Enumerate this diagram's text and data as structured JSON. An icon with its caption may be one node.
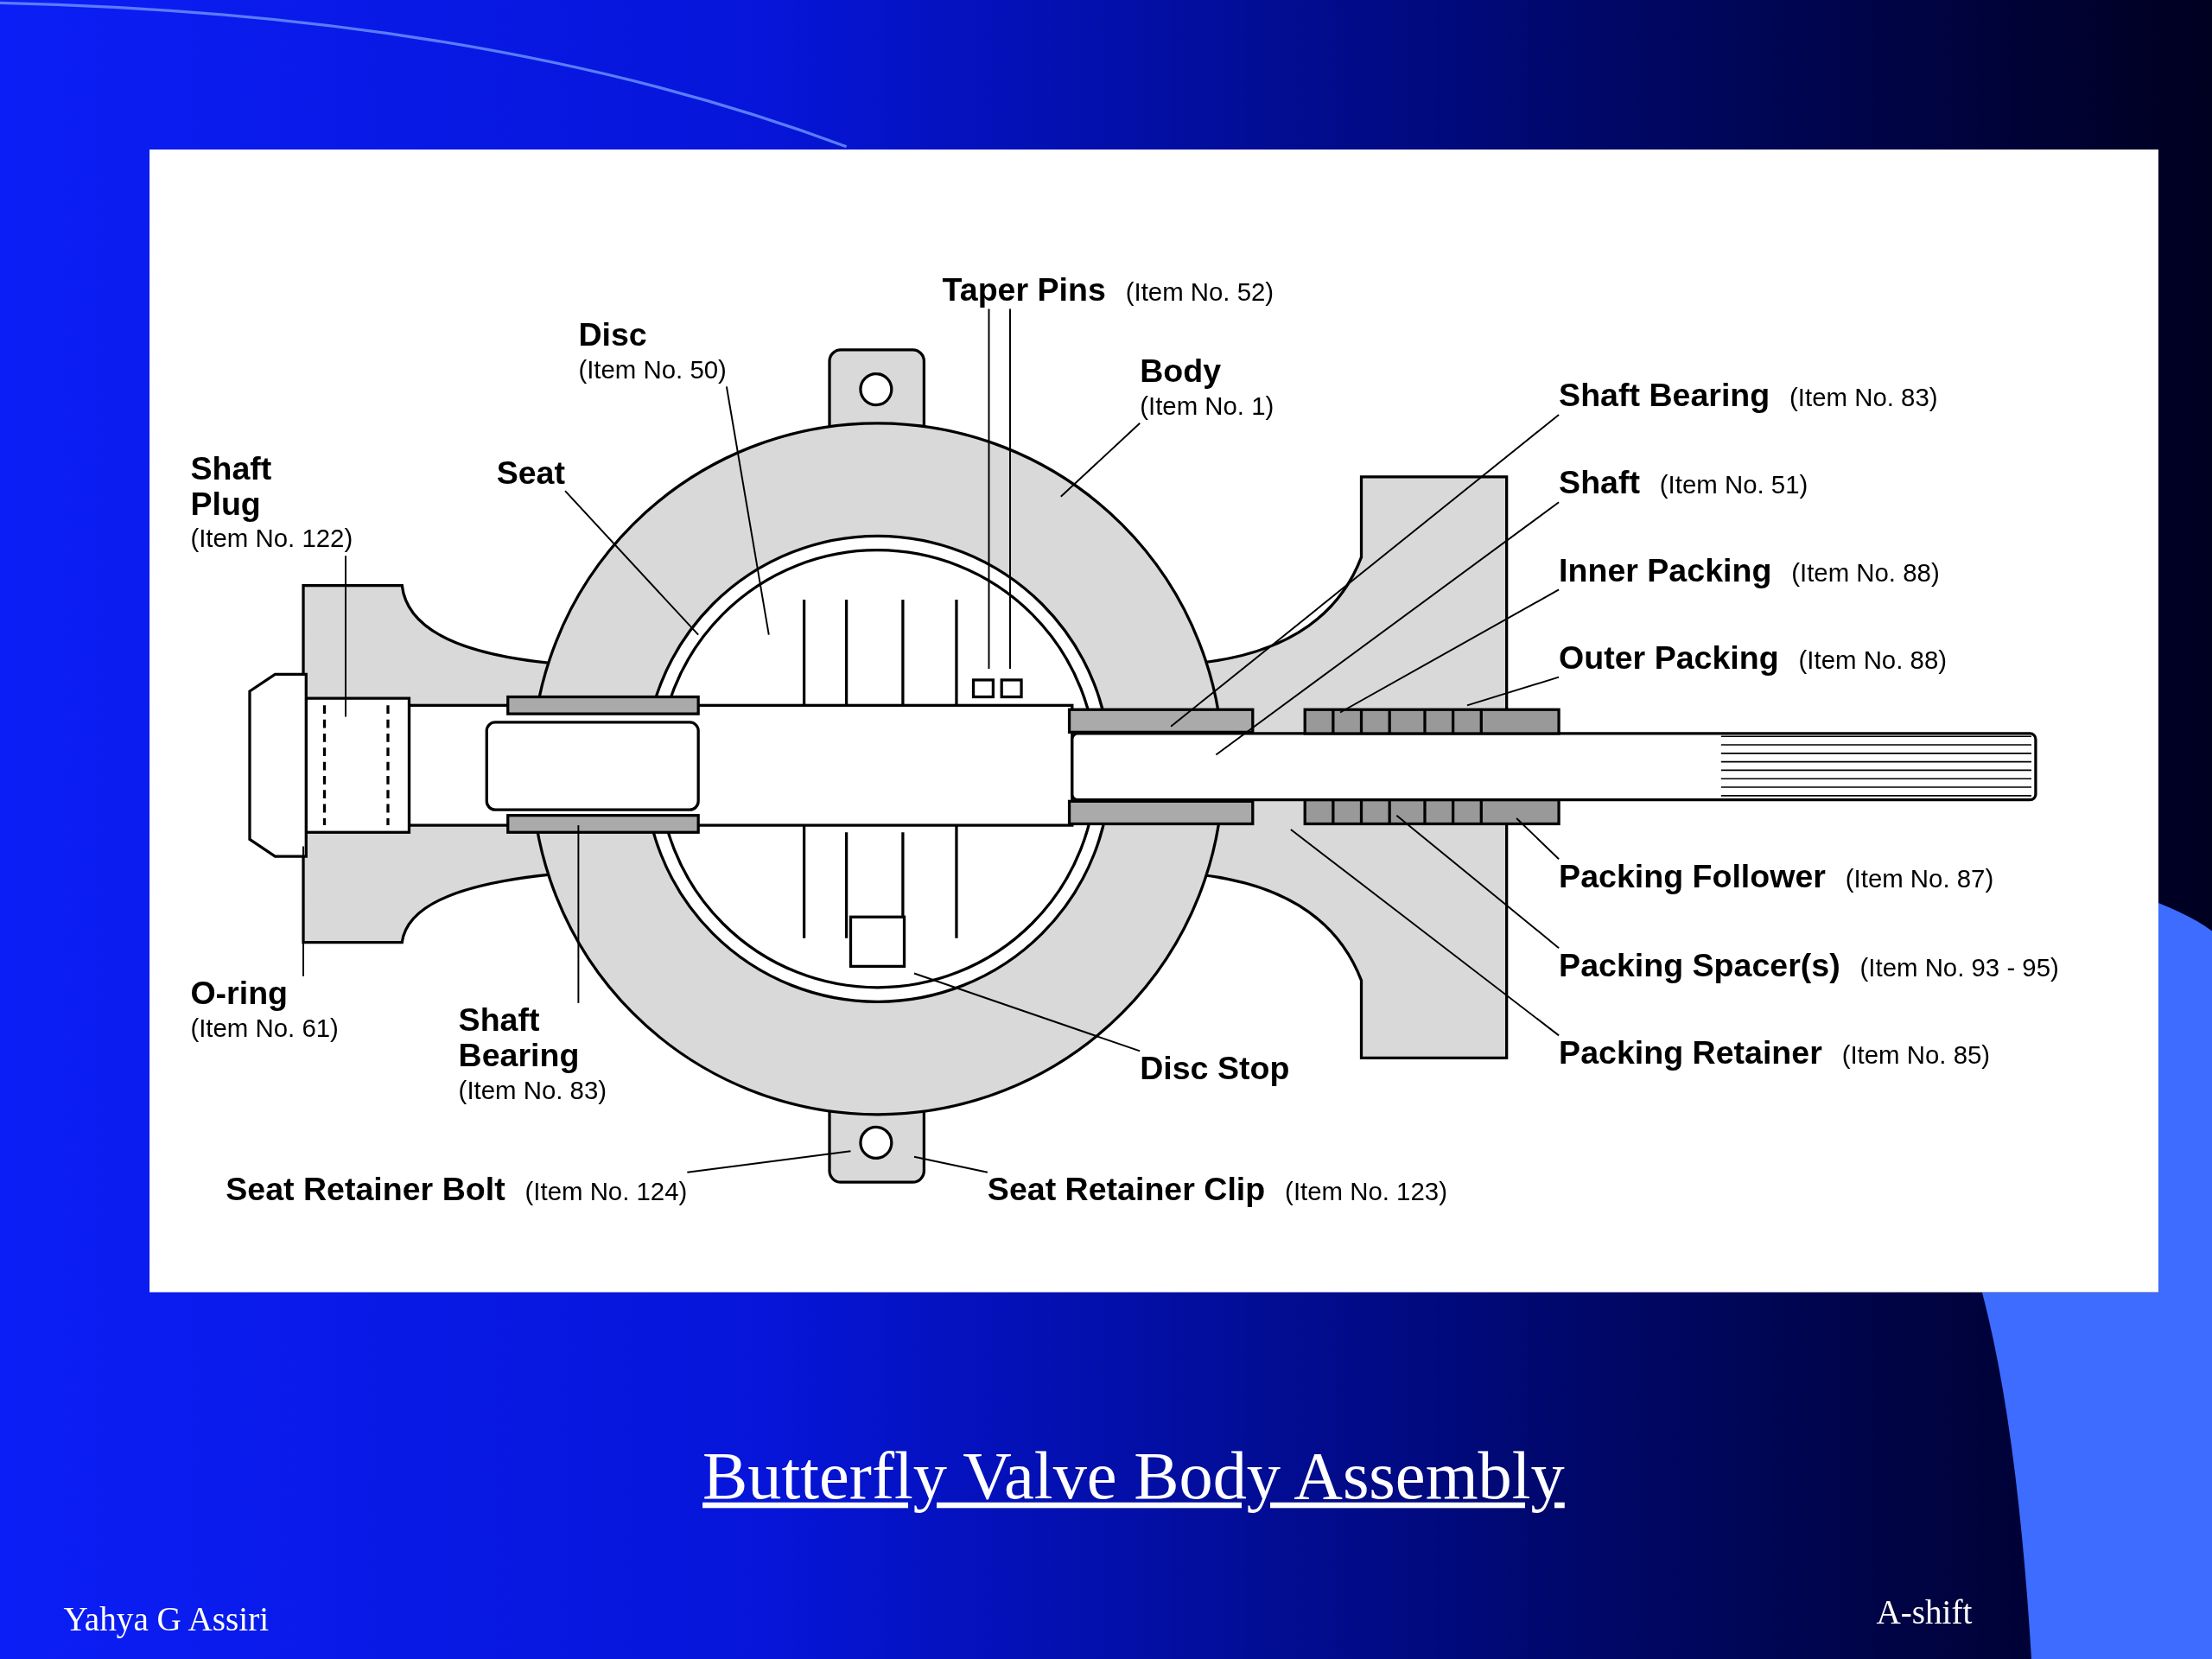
{
  "diagram": {
    "title": "Butterfly Valve Body Assembly",
    "nodes": [
      {
        "text": [
          "Taper Pins",
          "(Item No. 52)"
        ]
      },
      {
        "text": [
          "Disc",
          "(Item No. 50)"
        ]
      },
      {
        "text": [
          "Body",
          "(Item No. 1)"
        ]
      },
      {
        "text": [
          "Shaft Bearing",
          "(Item No. 83)"
        ]
      },
      {
        "text": [
          "Shaft Plug",
          "(Item No. 122)"
        ]
      },
      {
        "text": [
          "Seat"
        ]
      },
      {
        "text": [
          "Shaft",
          "(Item No. 51)"
        ]
      },
      {
        "text": [
          "Inner Packing",
          "(Item No. 88)"
        ]
      },
      {
        "text": [
          "Outer Packing",
          "(Item No. 88)"
        ]
      },
      {
        "text": [
          "Packing Follower",
          "(Item No. 87)"
        ]
      },
      {
        "text": [
          "Packing Spacer(s)",
          "(Item No. 93 - 95)"
        ]
      },
      {
        "text": [
          "O-ring",
          "(Item No. 61)"
        ]
      },
      {
        "text": [
          "Shaft Bearing",
          "(Item No. 83)"
        ]
      },
      {
        "text": [
          "Packing Retainer",
          "(Item No. 85)"
        ]
      },
      {
        "text": [
          "Disc Stop"
        ]
      },
      {
        "text": [
          "Seat Retainer Bolt",
          "(Item No. 124)"
        ]
      },
      {
        "text": [
          "Seat Retainer Clip",
          "(Item No. 123)"
        ]
      }
    ],
    "edges": [
      {
        "from": 0,
        "to": null,
        "arrow": "none"
      },
      {
        "from": 0,
        "to": null,
        "arrow": "none"
      },
      {
        "from": 1,
        "to": null,
        "arrow": "none"
      },
      {
        "from": 2,
        "to": null,
        "arrow": "none"
      },
      {
        "from": 3,
        "to": null,
        "arrow": "none"
      },
      {
        "from": 4,
        "to": null,
        "arrow": "none"
      },
      {
        "from": 5,
        "to": null,
        "arrow": "none"
      },
      {
        "from": 6,
        "to": null,
        "arrow": "none"
      },
      {
        "from": 7,
        "to": null,
        "arrow": "none"
      },
      {
        "from": 8,
        "to": null,
        "arrow": "none"
      },
      {
        "from": 9,
        "to": null,
        "arrow": "none"
      },
      {
        "from": 10,
        "to": null,
        "arrow": "none"
      },
      {
        "from": 11,
        "to": null,
        "arrow": "none"
      },
      {
        "from": 12,
        "to": null,
        "arrow": "none"
      },
      {
        "from": 13,
        "to": null,
        "arrow": "none"
      },
      {
        "from": 14,
        "to": null,
        "arrow": "none"
      },
      {
        "from": 15,
        "to": null,
        "arrow": "none"
      },
      {
        "from": 16,
        "to": null,
        "arrow": "none"
      }
    ],
    "labels": [
      "Yahya G Assiri",
      "A-shift"
    ]
  }
}
